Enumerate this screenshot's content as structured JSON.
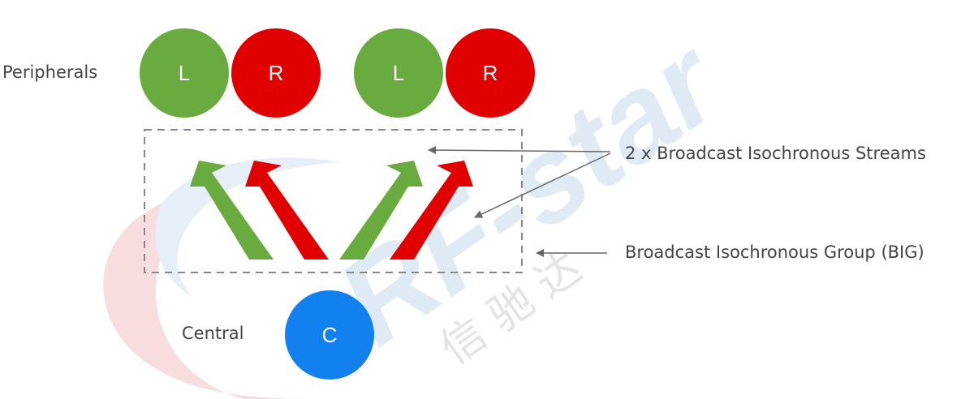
{
  "labels": {
    "peripherals": "Peripherals",
    "central": "Central",
    "streams": "2 x Broadcast Isochronous Streams",
    "group": "Broadcast Isochronous Group (BIG)"
  },
  "nodes": {
    "peripheral_1": "L",
    "peripheral_2": "R",
    "peripheral_3": "L",
    "peripheral_4": "R",
    "central": "C"
  },
  "watermark": {
    "logo_text": "RF-star",
    "cjk_text": "信 驰 达"
  },
  "colors": {
    "left_channel": "#6aab3f",
    "right_channel": "#e00000",
    "central": "#1380f0",
    "dashed_box": "#888888",
    "pointer": "#666666",
    "label_text": "#444444",
    "watermark_blue": "#dfeaf5",
    "watermark_red": "#f7dddd"
  }
}
